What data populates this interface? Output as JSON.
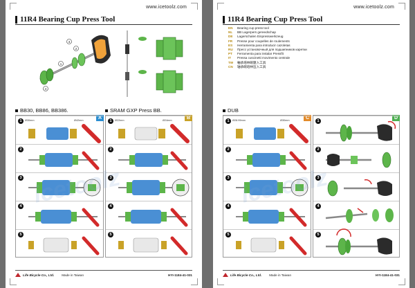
{
  "left_page": {
    "website": "www.icetoolz.com",
    "title": "11R4 Bearing Cup Press Tool",
    "section_a_heading": "BB30, BB86, BB386.",
    "section_b_heading": "SRAM GXP Press BB.",
    "tag_a": "A",
    "tag_b": "B",
    "steps_a": [
      "1",
      "2",
      "3",
      "4",
      "5"
    ],
    "steps_b": [
      "1",
      "2",
      "3",
      "4",
      "5"
    ],
    "dims_a": [
      "Ø30mm",
      "Ø42mm"
    ],
    "dims_b": [
      "Ø22mm",
      "Ø24mm"
    ],
    "exploded_callouts": [
      "1",
      "2",
      "3",
      "4"
    ],
    "footer_company": "Life Bicycle Co., Ltd.",
    "footer_origin": "Made in Taiwan",
    "footer_doc": "HYI-1184-41-031"
  },
  "right_page": {
    "website": "www.icetoolz.com",
    "title": "11R4 Bearing Cup Press Tool",
    "languages": [
      {
        "code": "EN",
        "text": "Bearing cup press tool"
      },
      {
        "code": "NL",
        "text": "BB Lagerpers gereedschap"
      },
      {
        "code": "DE",
        "text": "Lagerschalen Einpresswerkzeug"
      },
      {
        "code": "FR",
        "text": "Presse pour coupelles de roulements"
      },
      {
        "code": "ES",
        "text": "Herramienta para introducir cazoletas"
      },
      {
        "code": "RU",
        "text": "Пресс установочный для подшипников каретки"
      },
      {
        "code": "PT",
        "text": "Ferramenta para instalar Pressfit"
      },
      {
        "code": "IT",
        "text": "Pressa cuscinetti movimento centrale"
      },
      {
        "code": "TW",
        "text": "軸承培林碗壓入工具"
      },
      {
        "code": "CN",
        "text": "轴承碗培林压入工具"
      }
    ],
    "section_c_heading": "DUB",
    "tag_c": "C",
    "tag_d": "D",
    "steps_c": [
      "1",
      "2",
      "3",
      "4",
      "5"
    ],
    "steps_d": [
      "1",
      "2",
      "3",
      "4",
      "5"
    ],
    "dims_c": [
      "Ø28.99mm",
      "Ø30mm"
    ],
    "footer_company": "Life Bicycle Co., Ltd.",
    "footer_origin": "Made in Taiwan",
    "footer_doc": "HYI-1184-41-031"
  },
  "watermark": "icetoolz",
  "colors": {
    "accent_green": "#5db54a",
    "tag_blue": "#2b8ed1",
    "tag_gold": "#c9a227",
    "tag_orange": "#e38b2a",
    "tag_green": "#4caf50",
    "cup_blue": "#4a8fd4",
    "handle_red": "#d22a2a",
    "steel": "#8a8a8a"
  }
}
